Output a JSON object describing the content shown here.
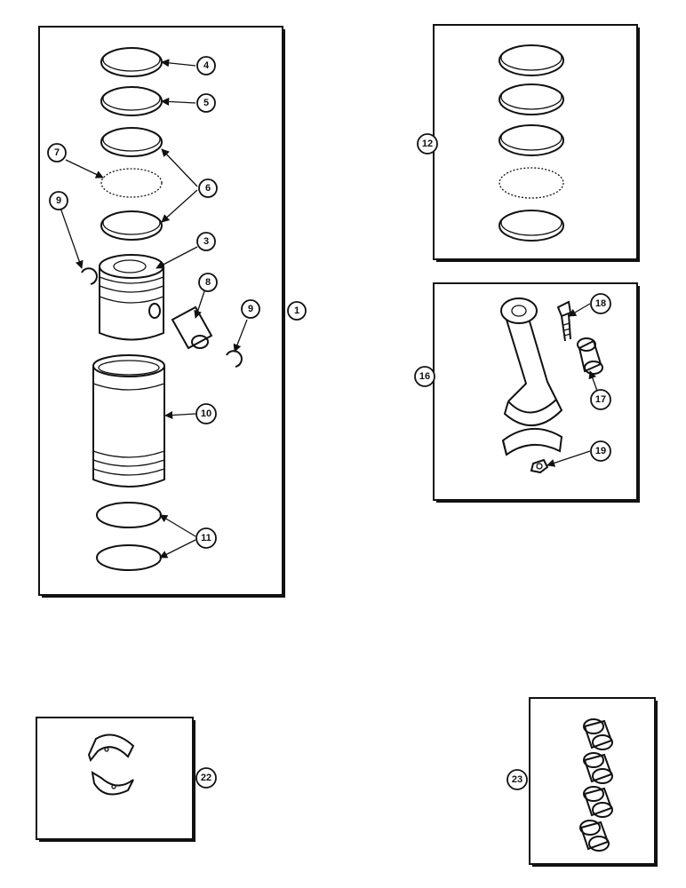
{
  "callouts": {
    "c1": "1",
    "c3": "3",
    "c4": "4",
    "c5": "5",
    "c6": "6",
    "c7": "7",
    "c8": "8",
    "c9a": "9",
    "c9b": "9",
    "c10": "10",
    "c11": "11",
    "c12": "12",
    "c16": "16",
    "c17": "17",
    "c18": "18",
    "c19": "19",
    "c22": "22",
    "c23": "23"
  },
  "icons": [
    "piston-ring-icon",
    "piston-icon",
    "piston-pin-icon",
    "retaining-ring-icon",
    "cylinder-sleeve-icon",
    "o-ring-icon",
    "connecting-rod-icon",
    "bolt-icon",
    "bushing-icon",
    "nut-icon",
    "bearing-shell-icon"
  ]
}
